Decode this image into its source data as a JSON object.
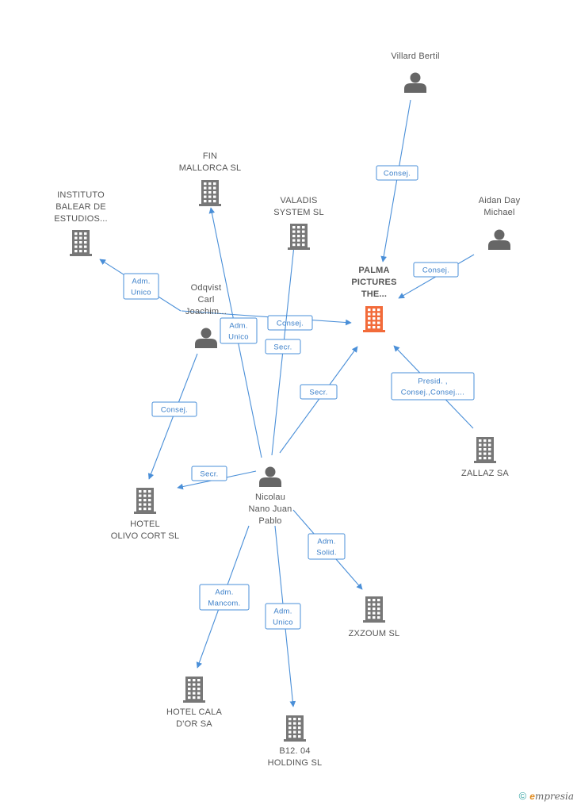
{
  "colors": {
    "edge": "#4a8fd8",
    "company": "#777777",
    "main_company": "#f26b3a",
    "person": "#666666"
  },
  "nodes": [
    {
      "id": "villard",
      "type": "person",
      "label": [
        "Villard Bertil"
      ]
    },
    {
      "id": "aidan",
      "type": "person",
      "label": [
        "Aidan Day",
        "Michael"
      ]
    },
    {
      "id": "palma",
      "type": "main",
      "label": [
        "PALMA",
        "PICTURES",
        "THE..."
      ]
    },
    {
      "id": "fin",
      "type": "company",
      "label": [
        "FIN",
        "MALLORCA SL"
      ]
    },
    {
      "id": "instituto",
      "type": "company",
      "label": [
        "INSTITUTO",
        "BALEAR DE",
        "ESTUDIOS..."
      ]
    },
    {
      "id": "valadis",
      "type": "company",
      "label": [
        "VALADIS",
        "SYSTEM SL"
      ]
    },
    {
      "id": "odqvist",
      "type": "person",
      "label": [
        "Odqvist",
        "Carl",
        "Joachim..."
      ]
    },
    {
      "id": "zallaz",
      "type": "company",
      "label": [
        "ZALLAZ SA"
      ]
    },
    {
      "id": "nicolau",
      "type": "person",
      "label": [
        "Nicolau",
        "Nano Juan",
        "Pablo"
      ]
    },
    {
      "id": "hotel_olivo",
      "type": "company",
      "label": [
        "HOTEL",
        "OLIVO CORT SL"
      ]
    },
    {
      "id": "zxzoum",
      "type": "company",
      "label": [
        "ZXZOUM SL"
      ]
    },
    {
      "id": "hotel_cala",
      "type": "company",
      "label": [
        "HOTEL CALA",
        "D'OR SA"
      ]
    },
    {
      "id": "b12",
      "type": "company",
      "label": [
        "B12. 04",
        "HOLDING  SL"
      ]
    }
  ],
  "edges": [
    {
      "from": "villard",
      "to": "palma",
      "label": [
        "Consej."
      ]
    },
    {
      "from": "aidan",
      "to": "palma",
      "label": [
        "Consej."
      ]
    },
    {
      "from": "zallaz",
      "to": "palma",
      "label": [
        "Presid. ,",
        "Consej.,Consej...."
      ]
    },
    {
      "from": "odqvist",
      "to": "instituto",
      "label": [
        "Adm.",
        "Unico"
      ]
    },
    {
      "from": "odqvist",
      "to": "palma",
      "label": [
        "Consej."
      ]
    },
    {
      "from": "odqvist",
      "to": "hotel_olivo",
      "label": [
        "Consej."
      ]
    },
    {
      "from": "nicolau",
      "to": "fin",
      "label": [
        "Adm.",
        "Unico"
      ]
    },
    {
      "from": "nicolau",
      "to": "valadis",
      "label": [
        "Secr."
      ]
    },
    {
      "from": "nicolau",
      "to": "palma",
      "label": [
        "Secr."
      ]
    },
    {
      "from": "nicolau",
      "to": "hotel_olivo",
      "label": [
        "Secr."
      ]
    },
    {
      "from": "nicolau",
      "to": "zxzoum",
      "label": [
        "Adm.",
        "Solid."
      ]
    },
    {
      "from": "nicolau",
      "to": "hotel_cala",
      "label": [
        "Adm.",
        "Mancom."
      ]
    },
    {
      "from": "nicolau",
      "to": "b12",
      "label": [
        "Adm.",
        "Unico"
      ]
    }
  ],
  "footer": {
    "copyright": "©",
    "brand_initial": "e",
    "brand_rest": "mpresia"
  }
}
